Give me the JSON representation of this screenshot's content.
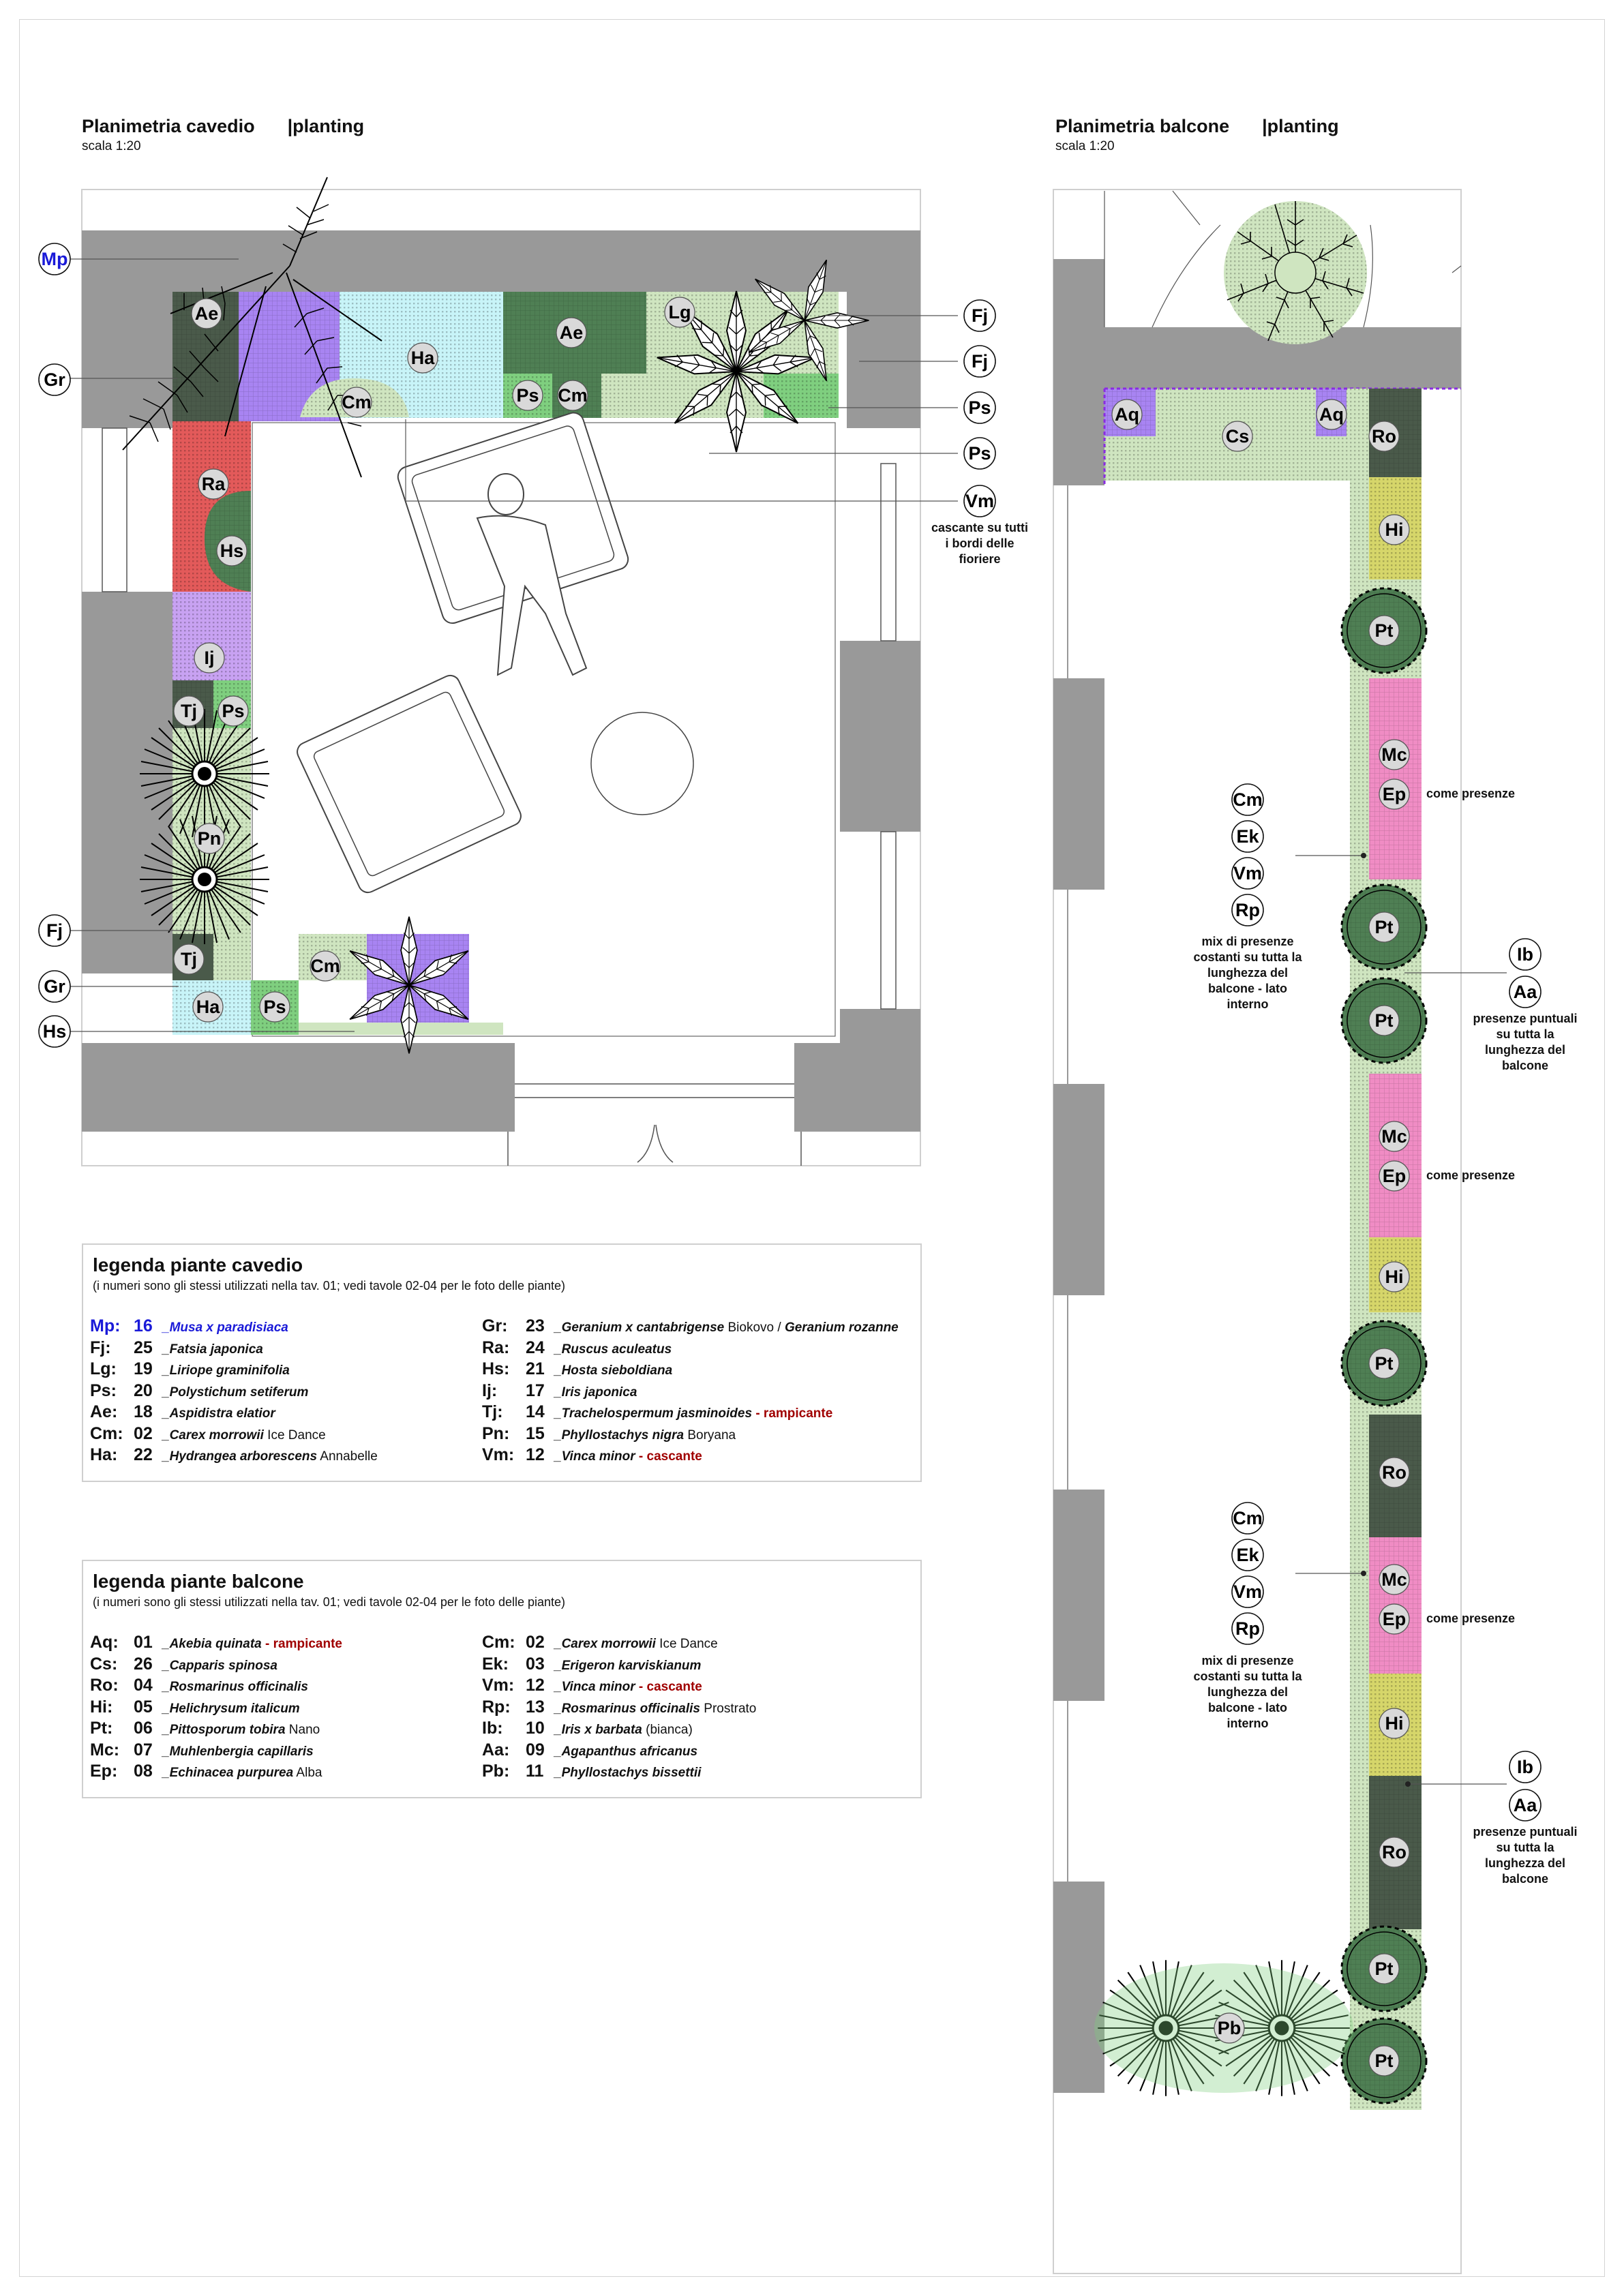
{
  "titles": {
    "cavedio": {
      "title": "Planimetria cavedio",
      "sub": "|planting",
      "scale": "scala 1:20"
    },
    "balcone": {
      "title": "Planimetria balcone",
      "sub": "|planting",
      "scale": "scala 1:20"
    }
  },
  "tags": {
    "Mp": "Mp",
    "Gr": "Gr",
    "Fj": "Fj",
    "Hs": "Hs",
    "Ps": "Ps",
    "Vm": "Vm",
    "Ae": "Ae",
    "Lg": "Lg",
    "Ha": "Ha",
    "Cm": "Cm",
    "Ra": "Ra",
    "Ij": "Ij",
    "Tj": "Tj",
    "Pn": "Pn",
    "Aq": "Aq",
    "Cs": "Cs",
    "Ro": "Ro",
    "Hi": "Hi",
    "Pt": "Pt",
    "Mc": "Mc",
    "Ep": "Ep",
    "Ek": "Ek",
    "Rp": "Rp",
    "Ib": "Ib",
    "Aa": "Aa",
    "Pb": "Pb"
  },
  "notes": {
    "vm_line1": "cascante su tutti",
    "vm_line2": "i bordi delle",
    "vm_line3": "fioriere",
    "come_presenze": "come presenze",
    "mix_l1": "mix di presenze",
    "mix_l2": "costanti su tutta la",
    "mix_l3": "lunghezza del",
    "mix_l4": "balcone - lato",
    "mix_l5": "interno",
    "pres_l1": "presenze puntuali",
    "pres_l2": "su tutta la",
    "pres_l3": "lunghezza del",
    "pres_l4": "balcone"
  },
  "colors": {
    "wall": "#999999",
    "cyan": "#c8f4f8",
    "purple": "#a884f2",
    "red": "#e35a5a",
    "pink": "#f08cc4",
    "yellow": "#d6d66a",
    "green": "#7fcf7f",
    "lightgreen": "#cfe5c0",
    "darkgreen": "#4f7f54",
    "dark": "#4a5a4a",
    "lilac": "#c8a2f2",
    "mp_tag": "#1a1ad8"
  },
  "legend_cavedio": {
    "title": "legenda piante cavedio",
    "note": "(i numeri sono gli stessi utilizzati nella tav. 01; vedi tavole 02-04 per le foto delle piante)",
    "left": [
      {
        "code": "Mp:",
        "num": "16",
        "name": "_Musa x paradisiaca",
        "extra": "",
        "note": ""
      },
      {
        "code": "Fj:",
        "num": "25",
        "name": "_Fatsia japonica",
        "extra": "",
        "note": ""
      },
      {
        "code": "Lg:",
        "num": "19",
        "name": "_Liriope graminifolia",
        "extra": "",
        "note": ""
      },
      {
        "code": "Ps:",
        "num": "20",
        "name": "_Polystichum setiferum",
        "extra": "",
        "note": ""
      },
      {
        "code": "Ae:",
        "num": "18",
        "name": "_Aspidistra elatior",
        "extra": "",
        "note": ""
      },
      {
        "code": "Cm:",
        "num": "02",
        "name": "_Carex morrowii",
        "extra": " Ice Dance",
        "note": ""
      },
      {
        "code": "Ha:",
        "num": "22",
        "name": "_Hydrangea arborescens",
        "extra": " Annabelle",
        "note": ""
      }
    ],
    "right": [
      {
        "code": "Gr:",
        "num": "23",
        "name": "_Geranium x cantabrigense",
        "extra": " Biokovo / ",
        "name2": "Geranium rozanne",
        "note": ""
      },
      {
        "code": "Ra:",
        "num": "24",
        "name": "_Ruscus aculeatus",
        "extra": "",
        "note": ""
      },
      {
        "code": "Hs:",
        "num": "21",
        "name": "_Hosta sieboldiana",
        "extra": "",
        "note": ""
      },
      {
        "code": "Ij:",
        "num": "17",
        "name": "_Iris japonica",
        "extra": "",
        "note": ""
      },
      {
        "code": "Tj:",
        "num": "14",
        "name": "_Trachelospermum jasminoides",
        "extra": "",
        "note": " - rampicante"
      },
      {
        "code": "Pn:",
        "num": "15",
        "name": "_Phyllostachys nigra",
        "extra": " Boryana",
        "note": ""
      },
      {
        "code": "Vm:",
        "num": "12",
        "name": "_Vinca minor",
        "extra": "",
        "note": " - cascante"
      }
    ]
  },
  "legend_balcone": {
    "title": "legenda piante balcone",
    "note": "(i numeri sono gli stessi utilizzati nella tav. 01; vedi tavole 02-04 per le foto delle piante)",
    "left": [
      {
        "code": "Aq:",
        "num": "01",
        "name": "_Akebia quinata",
        "extra": "",
        "note": " - rampicante"
      },
      {
        "code": "Cs:",
        "num": "26",
        "name": "_Capparis spinosa",
        "extra": "",
        "note": ""
      },
      {
        "code": "Ro:",
        "num": "04",
        "name": "_Rosmarinus officinalis",
        "extra": "",
        "note": ""
      },
      {
        "code": "Hi:",
        "num": "05",
        "name": "_Helichrysum italicum",
        "extra": "",
        "note": ""
      },
      {
        "code": "Pt:",
        "num": "06",
        "name": "_Pittosporum tobira",
        "extra": " Nano",
        "note": ""
      },
      {
        "code": "Mc:",
        "num": "07",
        "name": "_Muhlenbergia capillaris",
        "extra": "",
        "note": ""
      },
      {
        "code": "Ep:",
        "num": "08",
        "name": "_Echinacea purpurea",
        "extra": " Alba",
        "note": ""
      }
    ],
    "right": [
      {
        "code": "Cm:",
        "num": "02",
        "name": "_Carex morrowii",
        "extra": " Ice Dance",
        "note": ""
      },
      {
        "code": "Ek:",
        "num": "03",
        "name": "_Erigeron karviskianum",
        "extra": "",
        "note": ""
      },
      {
        "code": "Vm:",
        "num": "12",
        "name": "_Vinca minor",
        "extra": "",
        "note": " - cascante"
      },
      {
        "code": "Rp:",
        "num": "13",
        "name": "_Rosmarinus officinalis",
        "extra": " Prostrato",
        "note": ""
      },
      {
        "code": "Ib:",
        "num": "10",
        "name": "_Iris x barbata",
        "extra": " (bianca)",
        "note": ""
      },
      {
        "code": "Aa:",
        "num": "09",
        "name": "_Agapanthus africanus",
        "extra": "",
        "note": ""
      },
      {
        "code": "Pb:",
        "num": "11",
        "name": "_Phyllostachys bissettii",
        "extra": "",
        "note": ""
      }
    ]
  }
}
